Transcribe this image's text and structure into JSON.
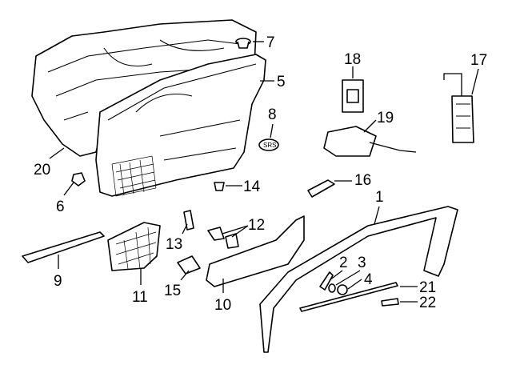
{
  "diagram": {
    "callouts": [
      {
        "id": "1",
        "part": "door-weatherstrip-frame"
      },
      {
        "id": "2",
        "part": "bracket"
      },
      {
        "id": "3",
        "part": "washer"
      },
      {
        "id": "4",
        "part": "grommet"
      },
      {
        "id": "5",
        "part": "door-trim-panel"
      },
      {
        "id": "6",
        "part": "clip"
      },
      {
        "id": "7",
        "part": "plug"
      },
      {
        "id": "8",
        "part": "srs-emblem"
      },
      {
        "id": "9",
        "part": "trim-strip"
      },
      {
        "id": "10",
        "part": "armrest-trim"
      },
      {
        "id": "11",
        "part": "speaker-grille"
      },
      {
        "id": "12",
        "part": "brackets"
      },
      {
        "id": "13",
        "part": "clip-retainer"
      },
      {
        "id": "14",
        "part": "push-pin"
      },
      {
        "id": "15",
        "part": "cover"
      },
      {
        "id": "16",
        "part": "handle-bezel"
      },
      {
        "id": "17",
        "part": "window-switch"
      },
      {
        "id": "18",
        "part": "switch"
      },
      {
        "id": "19",
        "part": "lock-switch-harness"
      },
      {
        "id": "20",
        "part": "inner-panel-insulator"
      },
      {
        "id": "21",
        "part": "belt-molding"
      },
      {
        "id": "22",
        "part": "seal-clip"
      }
    ],
    "emblem_text": "SRS"
  }
}
